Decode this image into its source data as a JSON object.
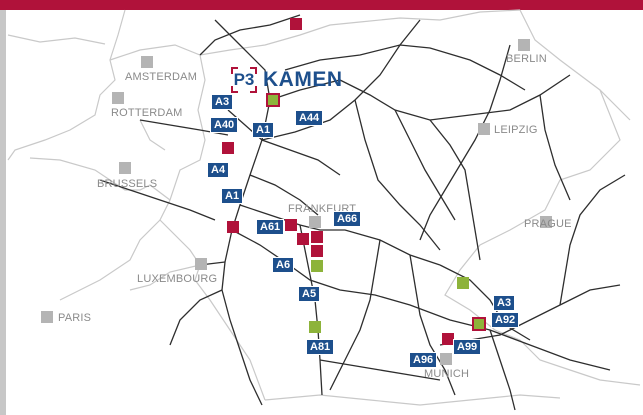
{
  "brand": {
    "logo": "P3",
    "name": "KAMEN"
  },
  "cities": [
    {
      "id": "amsterdam",
      "label": "AMSTERDAM"
    },
    {
      "id": "rotterdam",
      "label": "ROTTERDAM"
    },
    {
      "id": "brussels",
      "label": "BRUSSELS"
    },
    {
      "id": "luxembourg",
      "label": "LUXEMBOURG"
    },
    {
      "id": "paris",
      "label": "PARIS"
    },
    {
      "id": "berlin",
      "label": "BERLIN"
    },
    {
      "id": "leipzig",
      "label": "LEIPZIG"
    },
    {
      "id": "frankfurt",
      "label": "FRANKFURT"
    },
    {
      "id": "prague",
      "label": "PRAGUE"
    },
    {
      "id": "munich",
      "label": "MUNICH"
    }
  ],
  "roads": [
    "A3",
    "A40",
    "A1",
    "A44",
    "A4",
    "A1",
    "A61",
    "A66",
    "A6",
    "A5",
    "A81",
    "A3",
    "A92",
    "A99",
    "A96"
  ],
  "sites": {
    "red_count": 10,
    "green_count": 3,
    "highlighted_count": 2
  },
  "colors": {
    "brand_red": "#b0123a",
    "road_blue": "#1d4f8c",
    "site_green": "#8db33a",
    "city_gray": "#b4b4b4"
  }
}
